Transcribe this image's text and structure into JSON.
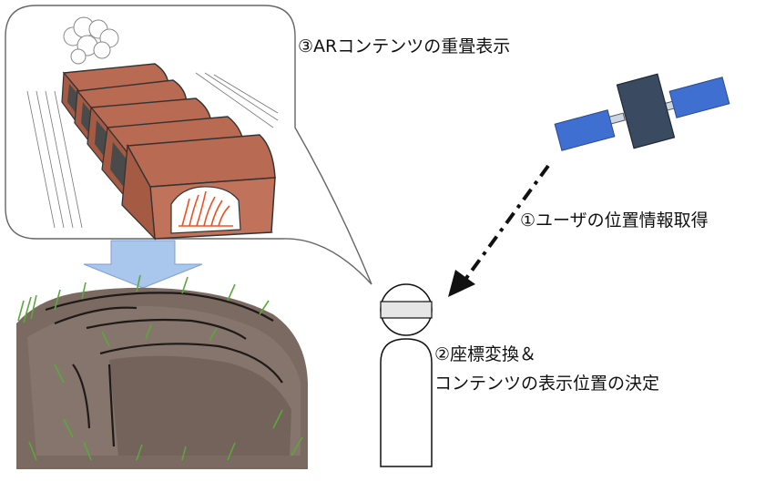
{
  "labels": {
    "step1": "①ユーザの位置情報取得",
    "step2_line1": "②座標変換＆",
    "step2_line2": "コンテンツの表示位置の決定",
    "step3": "③ARコンテンツの重畳表示"
  },
  "colors": {
    "satellite_panel": "#3f6fd0",
    "satellite_body": "#3a4a60",
    "arrow_down": "#a9c6ec",
    "kiln_brick": "#b86a52",
    "kiln_opening": "#4a4a4a",
    "fire": "#f0501e",
    "mound_earth": "#7a6a62",
    "grass": "#5aa83a"
  },
  "icons": {
    "satellite": "satellite-icon",
    "person": "person-icon",
    "speech_bubble": "speech-bubble",
    "kiln": "kiln-illustration",
    "mound": "mound-illustration"
  }
}
